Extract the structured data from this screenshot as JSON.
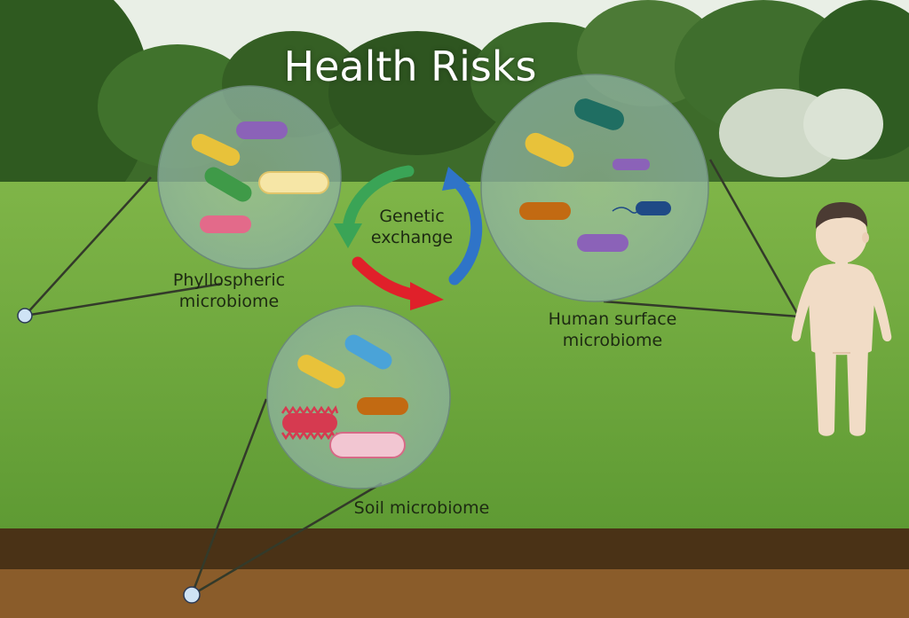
{
  "title": "Health Risks",
  "labels": {
    "phyllospheric": "Phyllospheric microbiome",
    "human_surface": "Human surface microbiome",
    "soil": "Soil microbiome",
    "genetic_exchange": "Genetic exchange"
  },
  "colors": {
    "sky": "#e9efe6",
    "grass": "#6aa33a",
    "soil_dark": "#4a3216",
    "soil": "#8a5c2a",
    "arrow_green": "#3aa456",
    "arrow_blue": "#2f74c8",
    "arrow_red": "#e0202a",
    "bacteria_yellow": "#e8c23a",
    "bacteria_purple": "#8b62b8",
    "bacteria_green": "#3f9a48",
    "bacteria_cream": "#f6e6a6",
    "bacteria_pink": "#e36a8a",
    "bacteria_teal": "#1f6e62",
    "bacteria_orange": "#c26a12",
    "bacteria_navy": "#1f4a86",
    "bacteria_skyblue": "#4aa3d8",
    "bacteria_red": "#d63a50",
    "child_skin": "#f1dcc6",
    "child_hair": "#4b3b33"
  },
  "icons": [
    "child-figure-icon",
    "bacteria-icon",
    "anchor-point-icon"
  ]
}
